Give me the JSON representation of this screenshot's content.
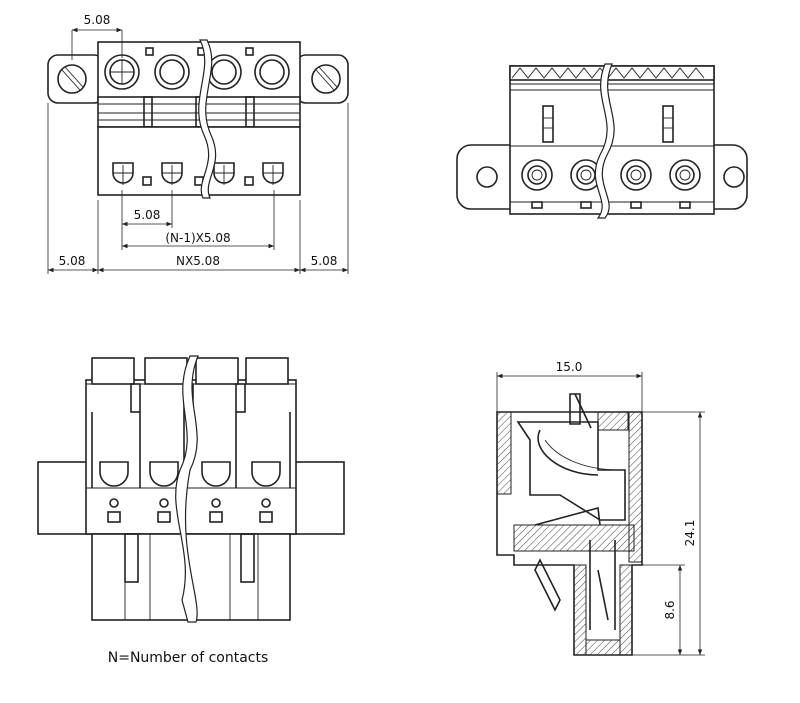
{
  "top_view": {
    "dim_pitch_top": "5.08",
    "dim_pitch_bottom": "5.08",
    "dim_span": "(N-1)X5.08",
    "dim_left_flange": "5.08",
    "dim_total": "NX5.08",
    "dim_right_flange": "5.08"
  },
  "side_view": {
    "dim_width": "15.0",
    "dim_height": "24.1",
    "dim_lower": "8.6"
  },
  "note": "N=Number of contacts"
}
